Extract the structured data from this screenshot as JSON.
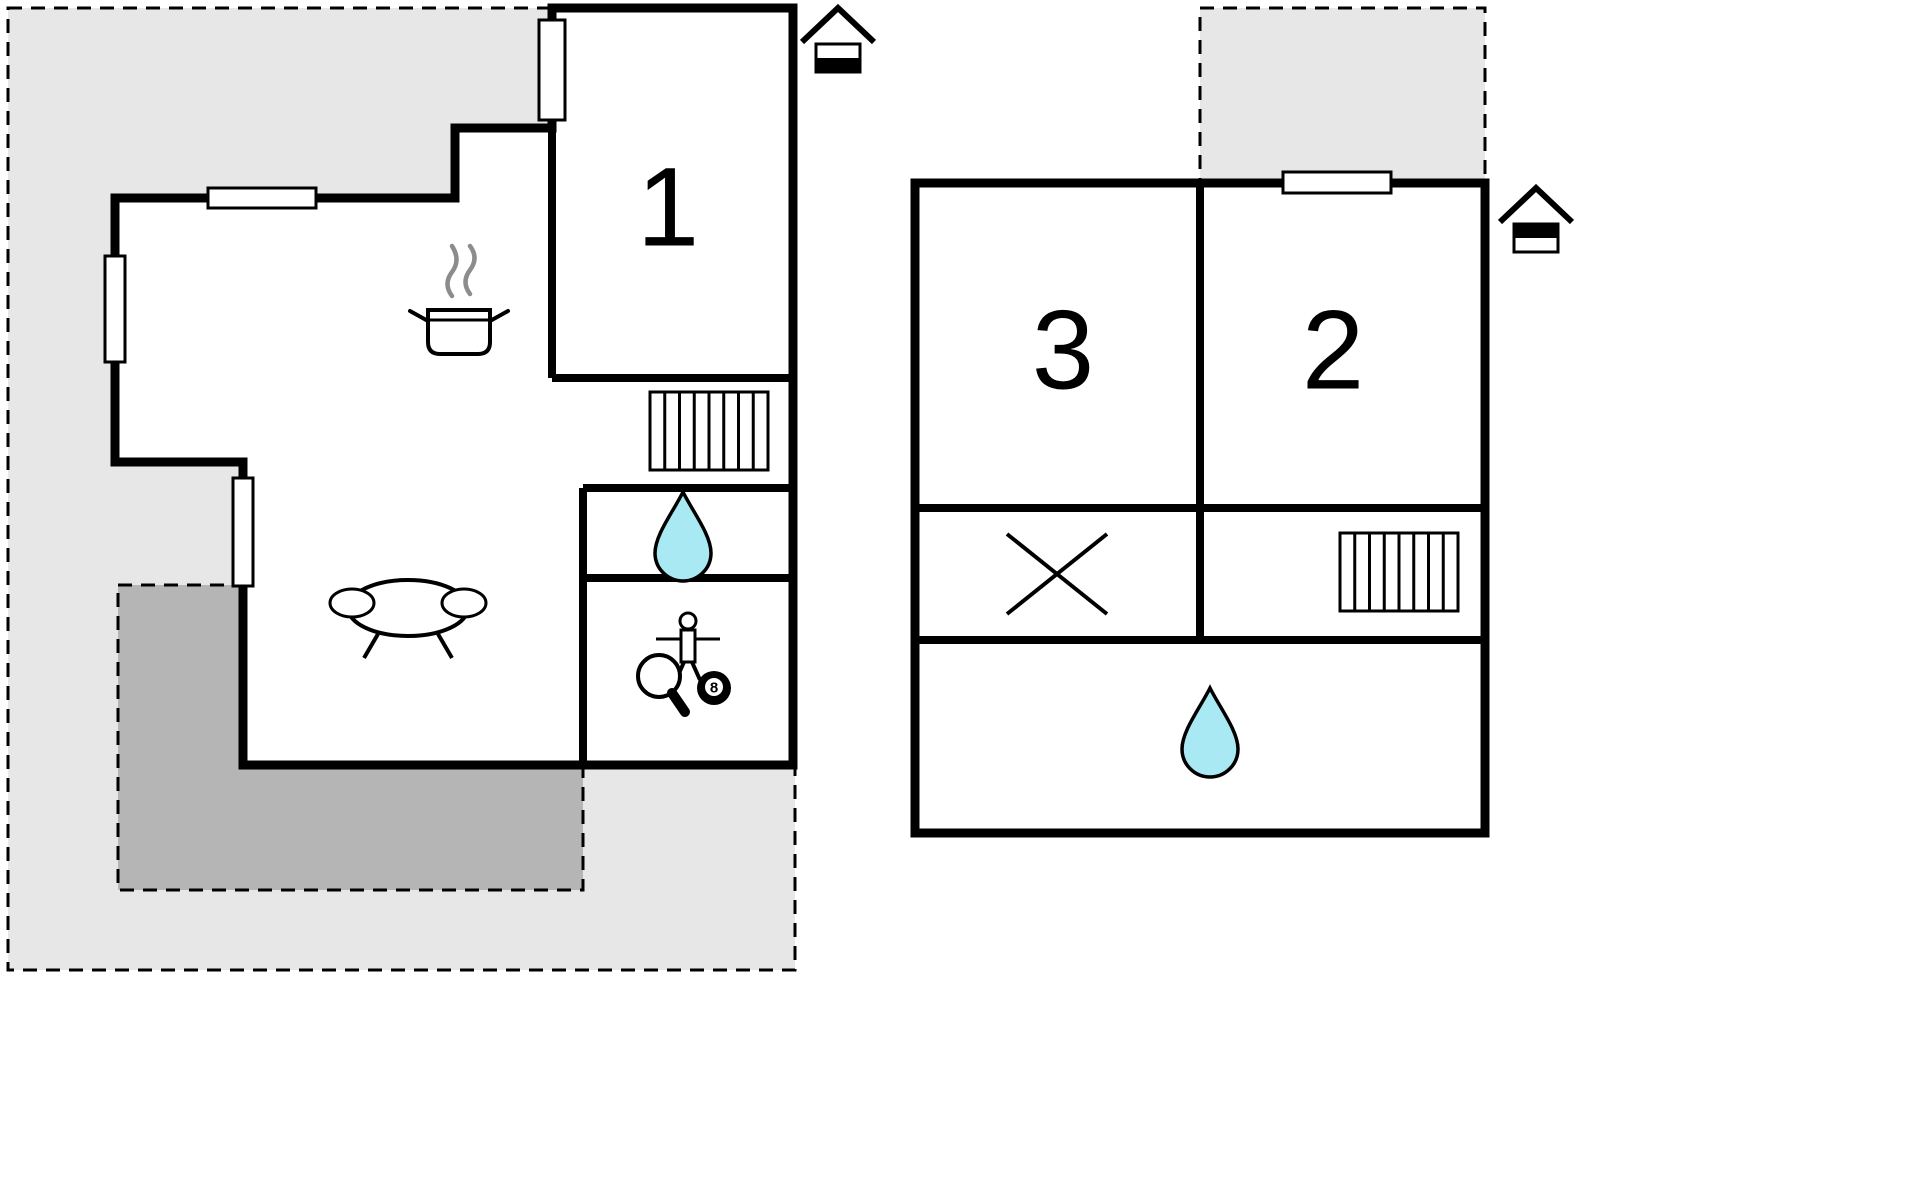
{
  "plan": {
    "type": "floor-plan",
    "floors": [
      {
        "name": "ground-floor",
        "marker": "house icon with lower storey filled"
      },
      {
        "name": "upper-floor",
        "marker": "house icon with upper storey filled"
      }
    ]
  },
  "rooms": {
    "room1": {
      "label": "1"
    },
    "room2": {
      "label": "2"
    },
    "room3": {
      "label": "3"
    }
  },
  "game_room": {
    "billiard_ball_label": "8"
  },
  "icons": {
    "ground_floor_house_icon": "house pictogram, bottom band filled black",
    "upper_floor_house_icon": "house pictogram, top band filled black",
    "stairs_icon": "rectangle hatched with vertical lines",
    "water_drop_icon": "teardrop (bathroom)",
    "stove_icon": "cooking pot with steam (kitchen)",
    "sofa_icon": "sofa seen from above (living room)",
    "table_tennis_paddle_icon": "round paddle with handle",
    "foosball_player_icon": "table-football figure on rod",
    "billiard_ball_icon": "black 8-ball",
    "cross_icon": "X mark (stair void)",
    "window_icon": "white rectangle across wall"
  },
  "colors": {
    "wall": "#000000",
    "terrace": "#e7e7e7",
    "patio": "#b5b5b5",
    "water": "#a9e9f3",
    "steam": "#8c8c8c",
    "bg": "#ffffff"
  }
}
